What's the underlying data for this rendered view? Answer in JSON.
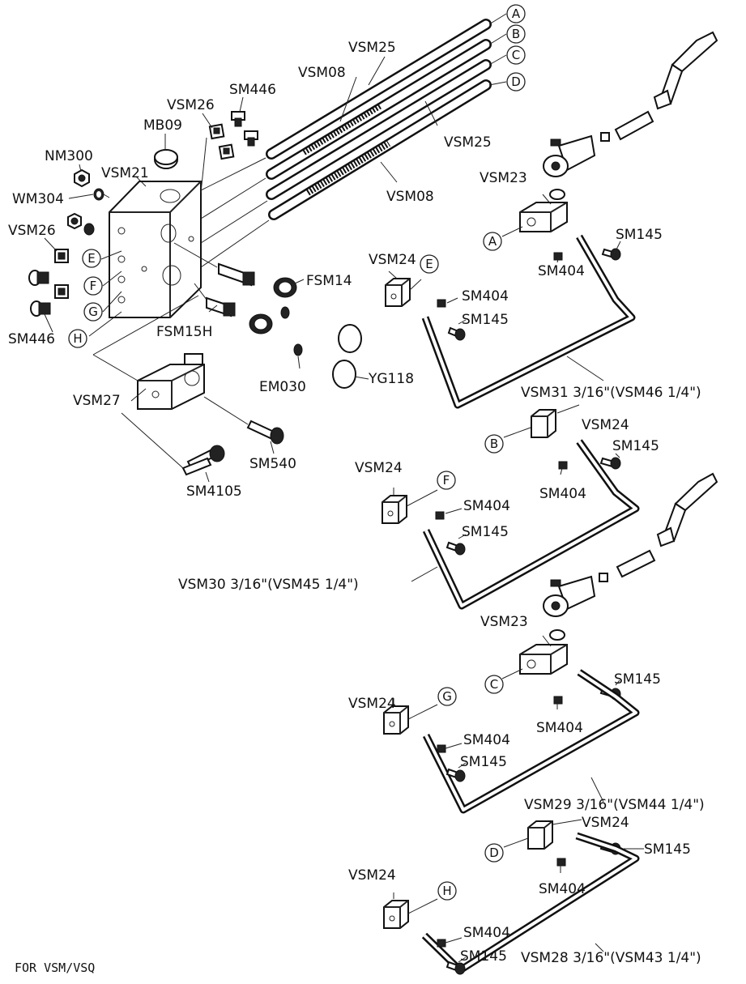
{
  "footer_note": "FOR VSM/VSQ",
  "circle_labels": {
    "A": "A",
    "B": "B",
    "C": "C",
    "D": "D",
    "E": "E",
    "F": "F",
    "G": "G",
    "H": "H"
  },
  "part_labels": {
    "vsm25_top": "VSM25",
    "vsm08_top": "VSM08",
    "vsm25_mid": "VSM25",
    "vsm08_mid": "VSM08",
    "sm446_top": "SM446",
    "vsm26_top": "VSM26",
    "mb09": "MB09",
    "nm300": "NM300",
    "vsm21": "VSM21",
    "wm304": "WM304",
    "vsm26_left": "VSM26",
    "sm446_left": "SM446",
    "fsm14": "FSM14",
    "fsm15h": "FSM15H",
    "em030": "EM030",
    "yg118": "YG118",
    "vsm27": "VSM27",
    "sm540": "SM540",
    "sm4105": "SM4105",
    "vsm23_a": "VSM23",
    "sm145_a": "SM145",
    "sm404_a": "SM404",
    "vsm24_e": "VSM24",
    "sm404_e": "SM404",
    "sm145_e": "SM145",
    "vsm31": "VSM31  3/16\"(VSM46  1/4\")",
    "vsm24_b": "VSM24",
    "sm145_b": "SM145",
    "sm404_b": "SM404",
    "vsm24_f": "VSM24",
    "sm404_f": "SM404",
    "sm145_f": "SM145",
    "vsm30": "VSM30  3/16\"(VSM45  1/4\")",
    "vsm23_c": "VSM23",
    "sm145_c": "SM145",
    "sm404_c": "SM404",
    "vsm24_g": "VSM24",
    "sm404_g": "SM404",
    "sm145_g": "SM145",
    "vsm29": "VSM29  3/16\"(VSM44  1/4\")",
    "vsm24_d": "VSM24",
    "sm145_d": "SM145",
    "sm404_d": "SM404",
    "vsm24_h": "VSM24",
    "sm404_h": "SM404",
    "sm145_h": "SM145",
    "vsm28": "VSM28  3/16\"(VSM43  1/4\")"
  }
}
